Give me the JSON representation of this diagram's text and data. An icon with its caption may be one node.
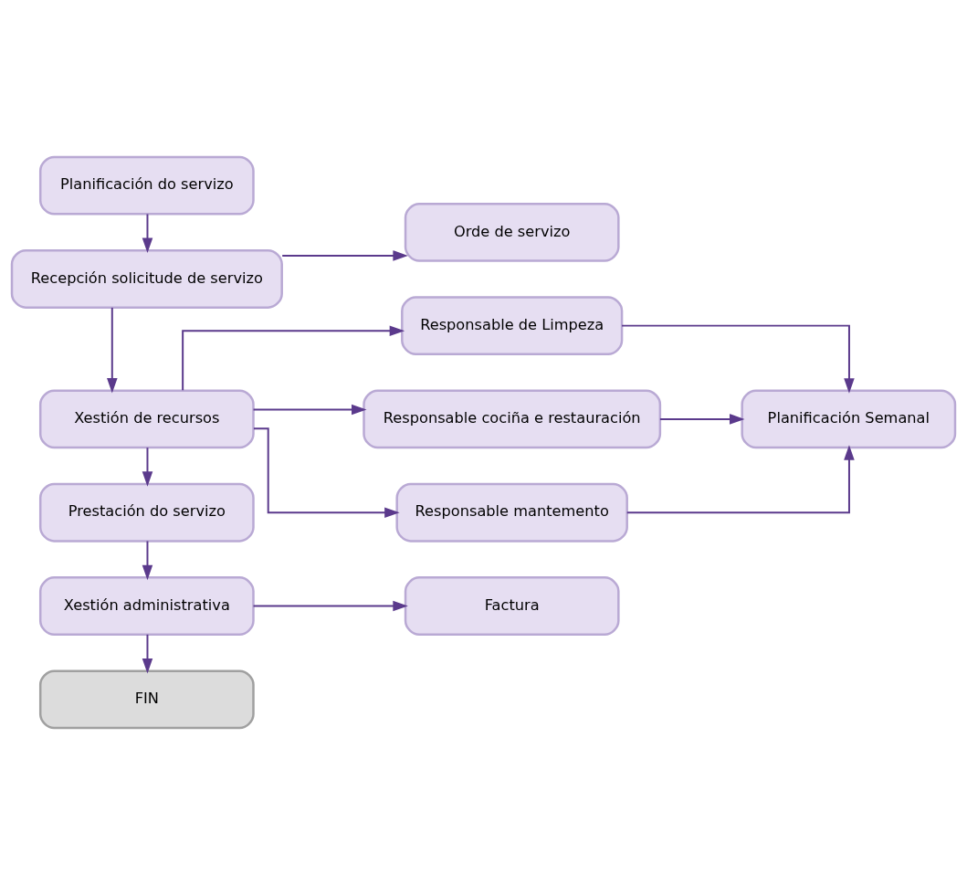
{
  "diagram": {
    "nodes": [
      {
        "text": [
          "Planificación do servizo"
        ]
      },
      {
        "text": [
          "Recepción solicitude de servizo"
        ]
      },
      {
        "text": [
          "Orde de servizo"
        ]
      },
      {
        "text": [
          "Responsable de Limpeza"
        ]
      },
      {
        "text": [
          "Xestión de recursos"
        ]
      },
      {
        "text": [
          "Responsable cociña e restauración"
        ]
      },
      {
        "text": [
          "Planificación Semanal"
        ]
      },
      {
        "text": [
          "Responsable mantemento"
        ]
      },
      {
        "text": [
          "Prestación do servizo"
        ]
      },
      {
        "text": [
          "Xestión administrativa"
        ]
      },
      {
        "text": [
          "Factura"
        ]
      },
      {
        "text": [
          "FIN"
        ]
      }
    ],
    "edges": [
      {
        "from": 0,
        "to": 1,
        "arrow": "to"
      },
      {
        "from": 1,
        "to": 2,
        "arrow": "to"
      },
      {
        "from": 1,
        "to": 4,
        "arrow": "to"
      },
      {
        "from": 4,
        "to": 3,
        "arrow": "to"
      },
      {
        "from": 4,
        "to": 5,
        "arrow": "to"
      },
      {
        "from": 4,
        "to": 7,
        "arrow": "to"
      },
      {
        "from": 3,
        "to": 6,
        "arrow": "to"
      },
      {
        "from": 5,
        "to": 6,
        "arrow": "to"
      },
      {
        "from": 7,
        "to": 6,
        "arrow": "to"
      },
      {
        "from": 4,
        "to": 8,
        "arrow": "to"
      },
      {
        "from": 8,
        "to": 9,
        "arrow": "to"
      },
      {
        "from": 9,
        "to": 10,
        "arrow": "to"
      },
      {
        "from": 9,
        "to": 11,
        "arrow": "to"
      }
    ]
  }
}
